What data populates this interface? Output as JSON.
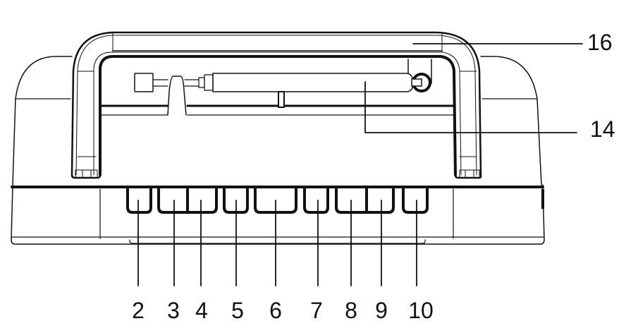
{
  "diagram": {
    "title": "Device top view with handle, antenna and buttons",
    "line_color": "#111111",
    "background": "#ffffff",
    "callouts_right": [
      {
        "label": "16",
        "part": "carrying handle"
      },
      {
        "label": "14",
        "part": "telescopic antenna"
      }
    ],
    "callouts_bottom": [
      {
        "label": "2"
      },
      {
        "label": "3"
      },
      {
        "label": "4"
      },
      {
        "label": "5"
      },
      {
        "label": "6"
      },
      {
        "label": "7"
      },
      {
        "label": "8"
      },
      {
        "label": "9"
      },
      {
        "label": "10"
      }
    ]
  }
}
